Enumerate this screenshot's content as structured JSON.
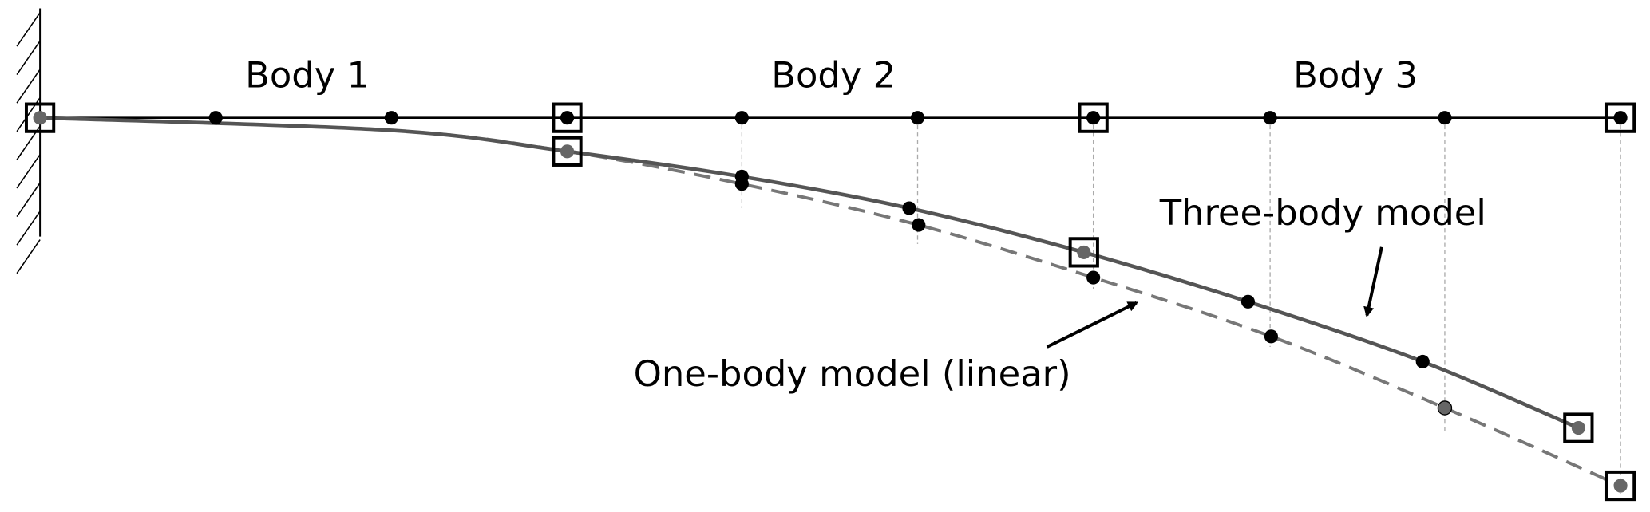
{
  "labels": {
    "body1": "Body 1",
    "body2": "Body 2",
    "body3": "Body 3",
    "three_body": "Three-body model",
    "one_body": "One-body model (linear)"
  },
  "colors": {
    "beam": "#000000",
    "three_body_curve": "#555555",
    "one_body_curve": "#777777",
    "node": "#000000",
    "gray_node": "#666666",
    "guide": "#aaaaaa"
  }
}
